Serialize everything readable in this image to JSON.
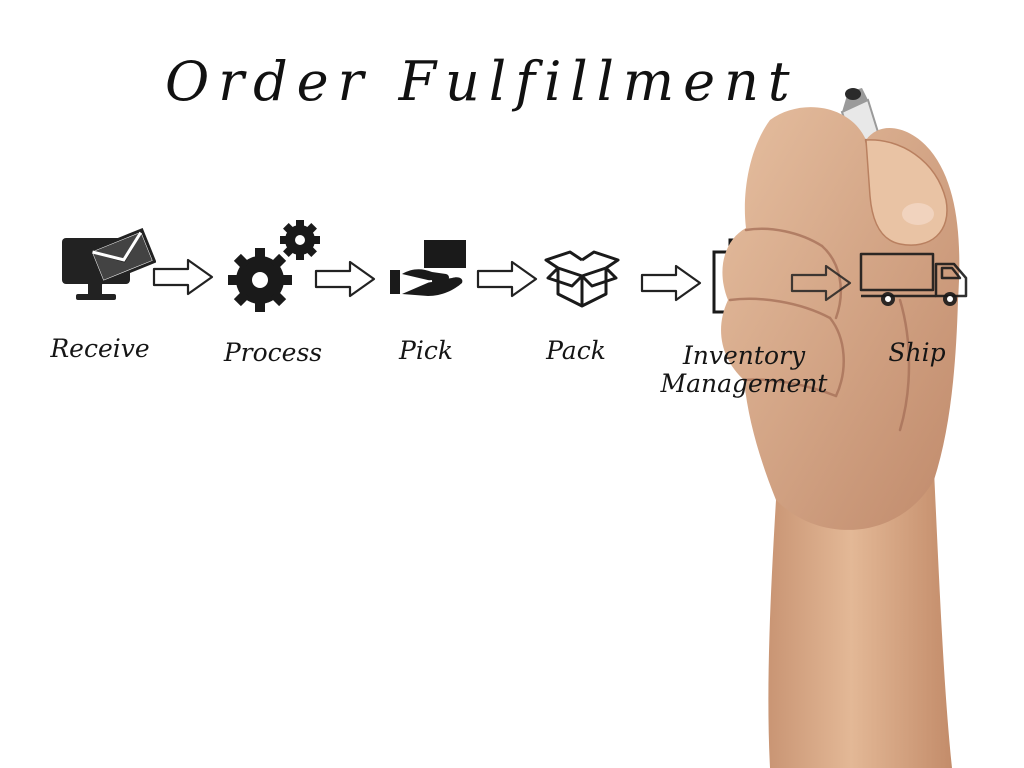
{
  "diagram": {
    "title": "Order Fulfillment",
    "steps": [
      {
        "label": "Receive",
        "icon": "computer-envelope-icon"
      },
      {
        "label": "Process",
        "icon": "gears-icon"
      },
      {
        "label": "Pick",
        "icon": "hand-box-icon"
      },
      {
        "label": "Pack",
        "icon": "open-box-icon"
      },
      {
        "label_line1": "Inventory",
        "label_line2": "Management",
        "icon": "documents-gear-icon"
      },
      {
        "label": "Ship",
        "icon": "truck-icon"
      }
    ],
    "ink_color": "#111111"
  }
}
